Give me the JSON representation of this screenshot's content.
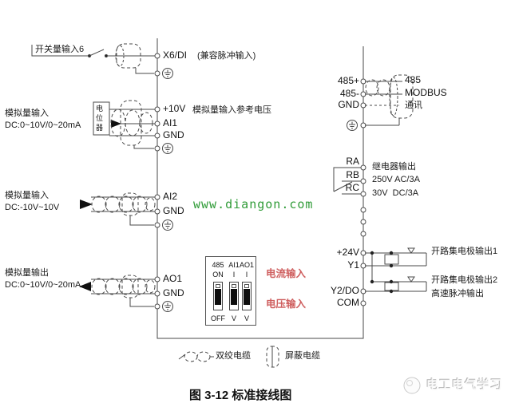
{
  "colors": {
    "accent_red": "#cf6060",
    "site_green": "#2f9b37",
    "line": "#4a4a4a"
  },
  "caption": "图 3-12 标准接线图",
  "site_watermark": "www.diangon.com",
  "brand": "电工电气学习",
  "left": {
    "switch_input": "开关量输入6",
    "ai1_group": {
      "l1": "模拟量输入",
      "l2": "DC:0~10V/0~20mA",
      "pot": "电位器"
    },
    "ai2_group": {
      "l1": "模拟量输入",
      "l2": "DC:-10V~10V"
    },
    "ao1_group": {
      "l1": "模拟量输出",
      "l2": "DC:0~10V/0~20mA"
    }
  },
  "terminals": {
    "x6": "X6/DI",
    "x6_note": "(兼容脉冲输入)",
    "v10": "+10V",
    "v10_note": "模拟量输入参考电压",
    "ai1": "AI1",
    "gnd_ai1": "GND",
    "ai2": "AI2",
    "gnd_ai2": "GND",
    "ao1": "AO1",
    "gnd_ao1": "GND",
    "r485p": "485+",
    "r485n": "485-",
    "gnd485": "GND",
    "ra": "RA",
    "rb": "RB",
    "rc": "RC",
    "v24": "+24V",
    "y1": "Y1",
    "y2": "Y2/DO",
    "com": "COM"
  },
  "right": {
    "comm": [
      "485",
      "MODBUS",
      "通讯"
    ],
    "relay": [
      "继电器输出",
      "250V AC/3A",
      "30V  DC/3A"
    ],
    "oc1": "开路集电极输出1",
    "oc2": "开路集电极输出2",
    "oc2_note": "高速脉冲输出"
  },
  "dip": {
    "headers": [
      "485",
      "AI1",
      "AO1"
    ],
    "on": [
      "ON",
      "I",
      "I"
    ],
    "off": [
      "OFF",
      "V",
      "V"
    ],
    "current": "电流输入",
    "voltage": "电压输入"
  },
  "legend": {
    "twisted": "双绞电缆",
    "shielded": "屏蔽电缆"
  }
}
